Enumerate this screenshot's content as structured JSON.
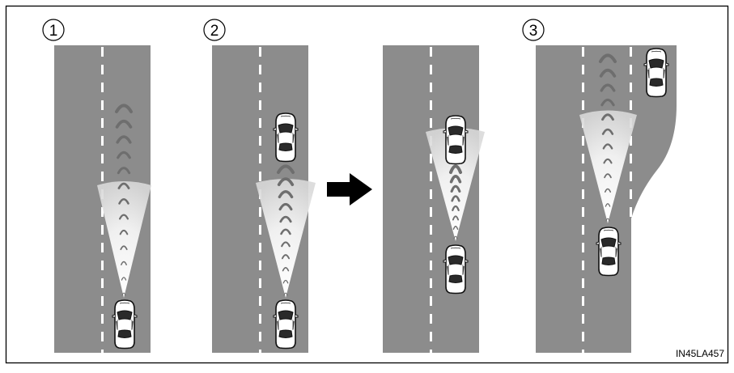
{
  "figure": {
    "step_labels": [
      "1",
      "2",
      "3"
    ],
    "reference_code": "IN45LA457"
  },
  "colors": {
    "road": "#8c8c8c",
    "lane_marking": "#ffffff",
    "border": "#000000",
    "arrow": "#000000",
    "detection_beam": "#f2f2f2",
    "radar_wave": "#6e6e6e"
  },
  "icons": {
    "vehicle": "car-top-view-icon",
    "transition": "arrow-right-icon",
    "sensor": "radar-wave-icon"
  }
}
